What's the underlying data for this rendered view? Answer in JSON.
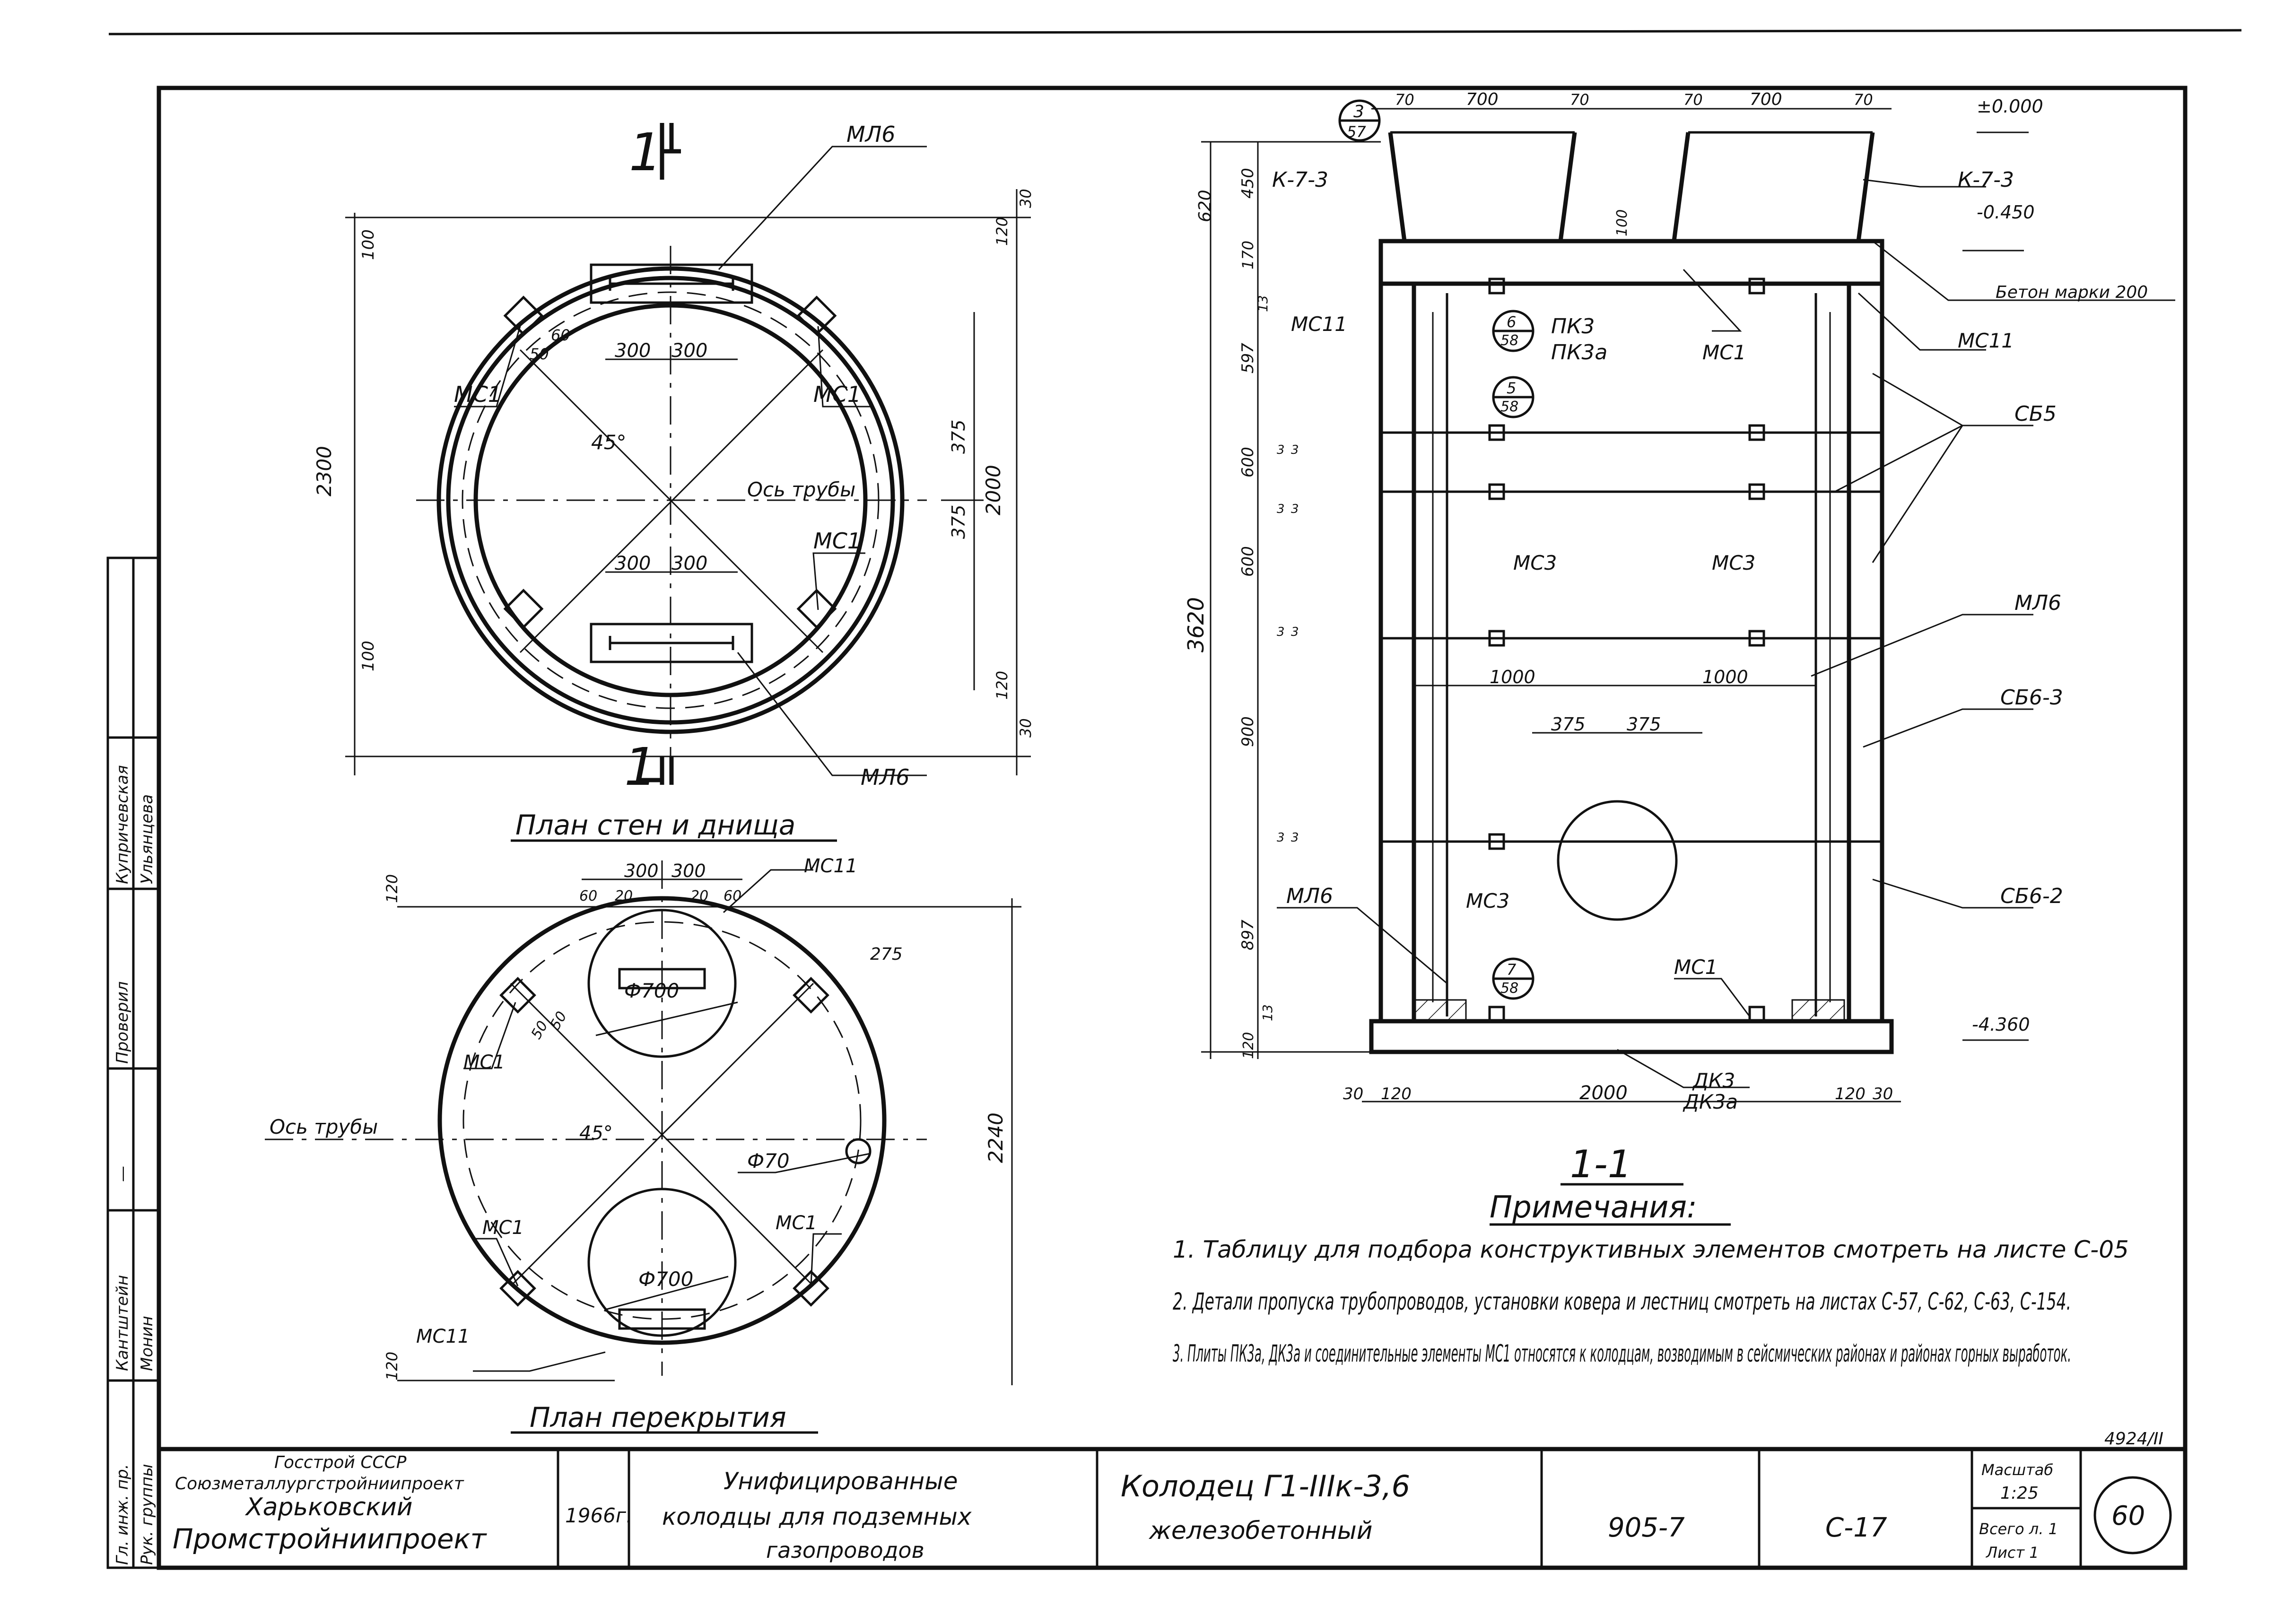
{
  "titles": {
    "section_mark": "1",
    "section_mark_bottom": "1",
    "plan_walls": "План стен и днища",
    "plan_cover": "План перекрытия",
    "section": "1-1",
    "notes_heading": "Примечания:"
  },
  "plan_walls": {
    "labels": {
      "ml6_top": "МЛ6",
      "ml6_bottom": "МЛ6",
      "mc1_left": "МС1",
      "mc1_right": "МС1",
      "mc1_right_bottom": "МС1",
      "axis": "Ось трубы",
      "angle": "45°"
    },
    "dims": {
      "d300a": "300",
      "d300b": "300",
      "d300c": "300",
      "d300d": "300",
      "d50": "50",
      "d60": "60",
      "d2300": "2300",
      "d2000": "2000",
      "d375a": "375",
      "d375b": "375",
      "d100a": "100",
      "d100b": "100",
      "d30a": "30",
      "d120a": "120",
      "d120b": "120",
      "d30b": "30"
    }
  },
  "plan_cover": {
    "labels": {
      "mc11_top": "МС11",
      "mc11_bottom": "МС11",
      "mc1_left": "МС1",
      "mc1_left_bottom": "МС1",
      "mc1_right_bottom": "МС1",
      "axis": "Ось трубы",
      "angle": "45°",
      "phi700a": "Ф700",
      "phi700b": "Ф700",
      "phi70": "Ф70"
    },
    "dims": {
      "d300a": "300",
      "d300b": "300",
      "d60a": "60",
      "d20a": "20",
      "d20b": "20",
      "d60b": "60",
      "d120a": "120",
      "d120b": "120",
      "d275": "275",
      "d2240": "2240",
      "d50a": "50",
      "d50b": "50"
    }
  },
  "section": {
    "labels": {
      "ref_num": "3",
      "ref_sheet": "57",
      "k73_left": "К-7-3",
      "k73_right": "К-7-3",
      "zero": "±0.000",
      "minus0450": "-0.450",
      "minus4360": "-4.360",
      "concrete": "Бетон марки 200",
      "mc11_left": "МС11",
      "mc11_right": "МС11",
      "ref6": "6",
      "ref6s": "58",
      "ref5": "5",
      "ref5s": "58",
      "ref7": "7",
      "ref7s": "58",
      "pk3": "ПК3",
      "pk3a": "ПК3а",
      "mc1_top": "МС1",
      "mc1_bottom": "МС1",
      "sb5": "СБ5",
      "ml6_right": "МЛ6",
      "ml6_left": "МЛ6",
      "sb63": "СБ6-3",
      "sb62": "СБ6-2",
      "mc3_left": "МС3",
      "mc3_right": "МС3",
      "mc3_low": "МС3",
      "dk3": "ДК3",
      "dk3a": "ДК3а"
    },
    "dims": {
      "t70a": "70",
      "t700a": "700",
      "t70b": "70",
      "t70c": "70",
      "t700b": "700",
      "t70d": "70",
      "h620": "620",
      "h450": "450",
      "h170": "170",
      "h13a": "13",
      "h597": "597",
      "h600a": "600",
      "h600b": "600",
      "h900": "900",
      "h897": "897",
      "h13b": "13",
      "h120": "120",
      "h3620": "3620",
      "h100": "100",
      "s3a": "3",
      "s3b": "3",
      "s3c": "3",
      "s3d": "3",
      "s3e": "3",
      "s3f": "3",
      "s3g": "3",
      "s3h": "3",
      "w1000a": "1000",
      "w1000b": "1000",
      "w375a": "375",
      "w375b": "375",
      "b30a": "30",
      "b120a": "120",
      "b2000": "2000",
      "b120b": "120",
      "b30b": "30"
    }
  },
  "notes": [
    "1. Таблицу для подбора конструктивных элементов смотреть на листе С-05",
    "2. Детали пропуска трубопроводов, установки ковера и лестниц смотреть на листах С-57, С-62, С-63, С-154.",
    "3. Плиты ПК3а, ДК3а и соединительные элементы МС1 относятся к колодцам, возводимым в сейсмических районах и районах горных выработок."
  ],
  "side_stamp": {
    "rows": [
      {
        "role": "Гл. инж. пр.",
        "name": "Купричевская"
      },
      {
        "role": "Рук. группы",
        "name": "Ульянцева"
      },
      {
        "role": "Проверил",
        "name": "—"
      },
      {
        "role": "",
        "name": "Кантштейн"
      },
      {
        "role": "",
        "name": "Монин"
      }
    ]
  },
  "title_block": {
    "org1": "Госстрой СССР",
    "org2": "Союзметаллургстройниипроект",
    "org3": "Харьковский",
    "org4": "Промстройниипроект",
    "year": "1966г.",
    "subject1": "Унифицированные",
    "subject2": "колодцы для подземных",
    "subject3": "газопроводов",
    "name1": "Колодец Г1-IIIк-3,6",
    "name2": "железобетонный",
    "series": "905-7",
    "sheet_code": "С-17",
    "scale_label": "Масштаб",
    "scale": "1:25",
    "total_label": "Всего л. 1",
    "sheet_label": "Лист 1",
    "sheet_no": "60",
    "album": "4924/II"
  }
}
